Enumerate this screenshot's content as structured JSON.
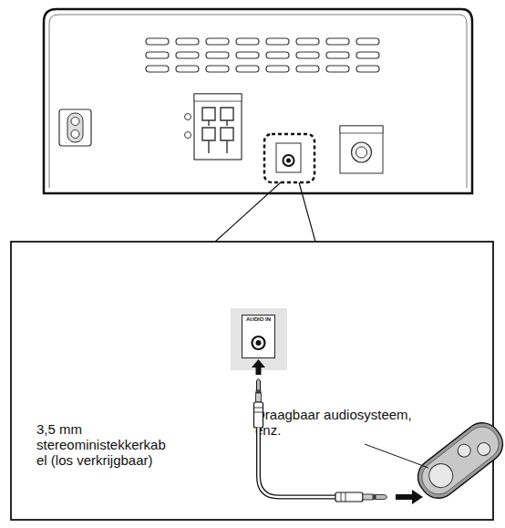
{
  "diagram": {
    "nodes": [
      {
        "text": [
          "AUDIO IN"
        ]
      }
    ],
    "labels": [
      "3,5 mm stereoministekkerkab el (los verkrijgbaar)",
      "Draagbaar audiosysteem, enz."
    ]
  }
}
